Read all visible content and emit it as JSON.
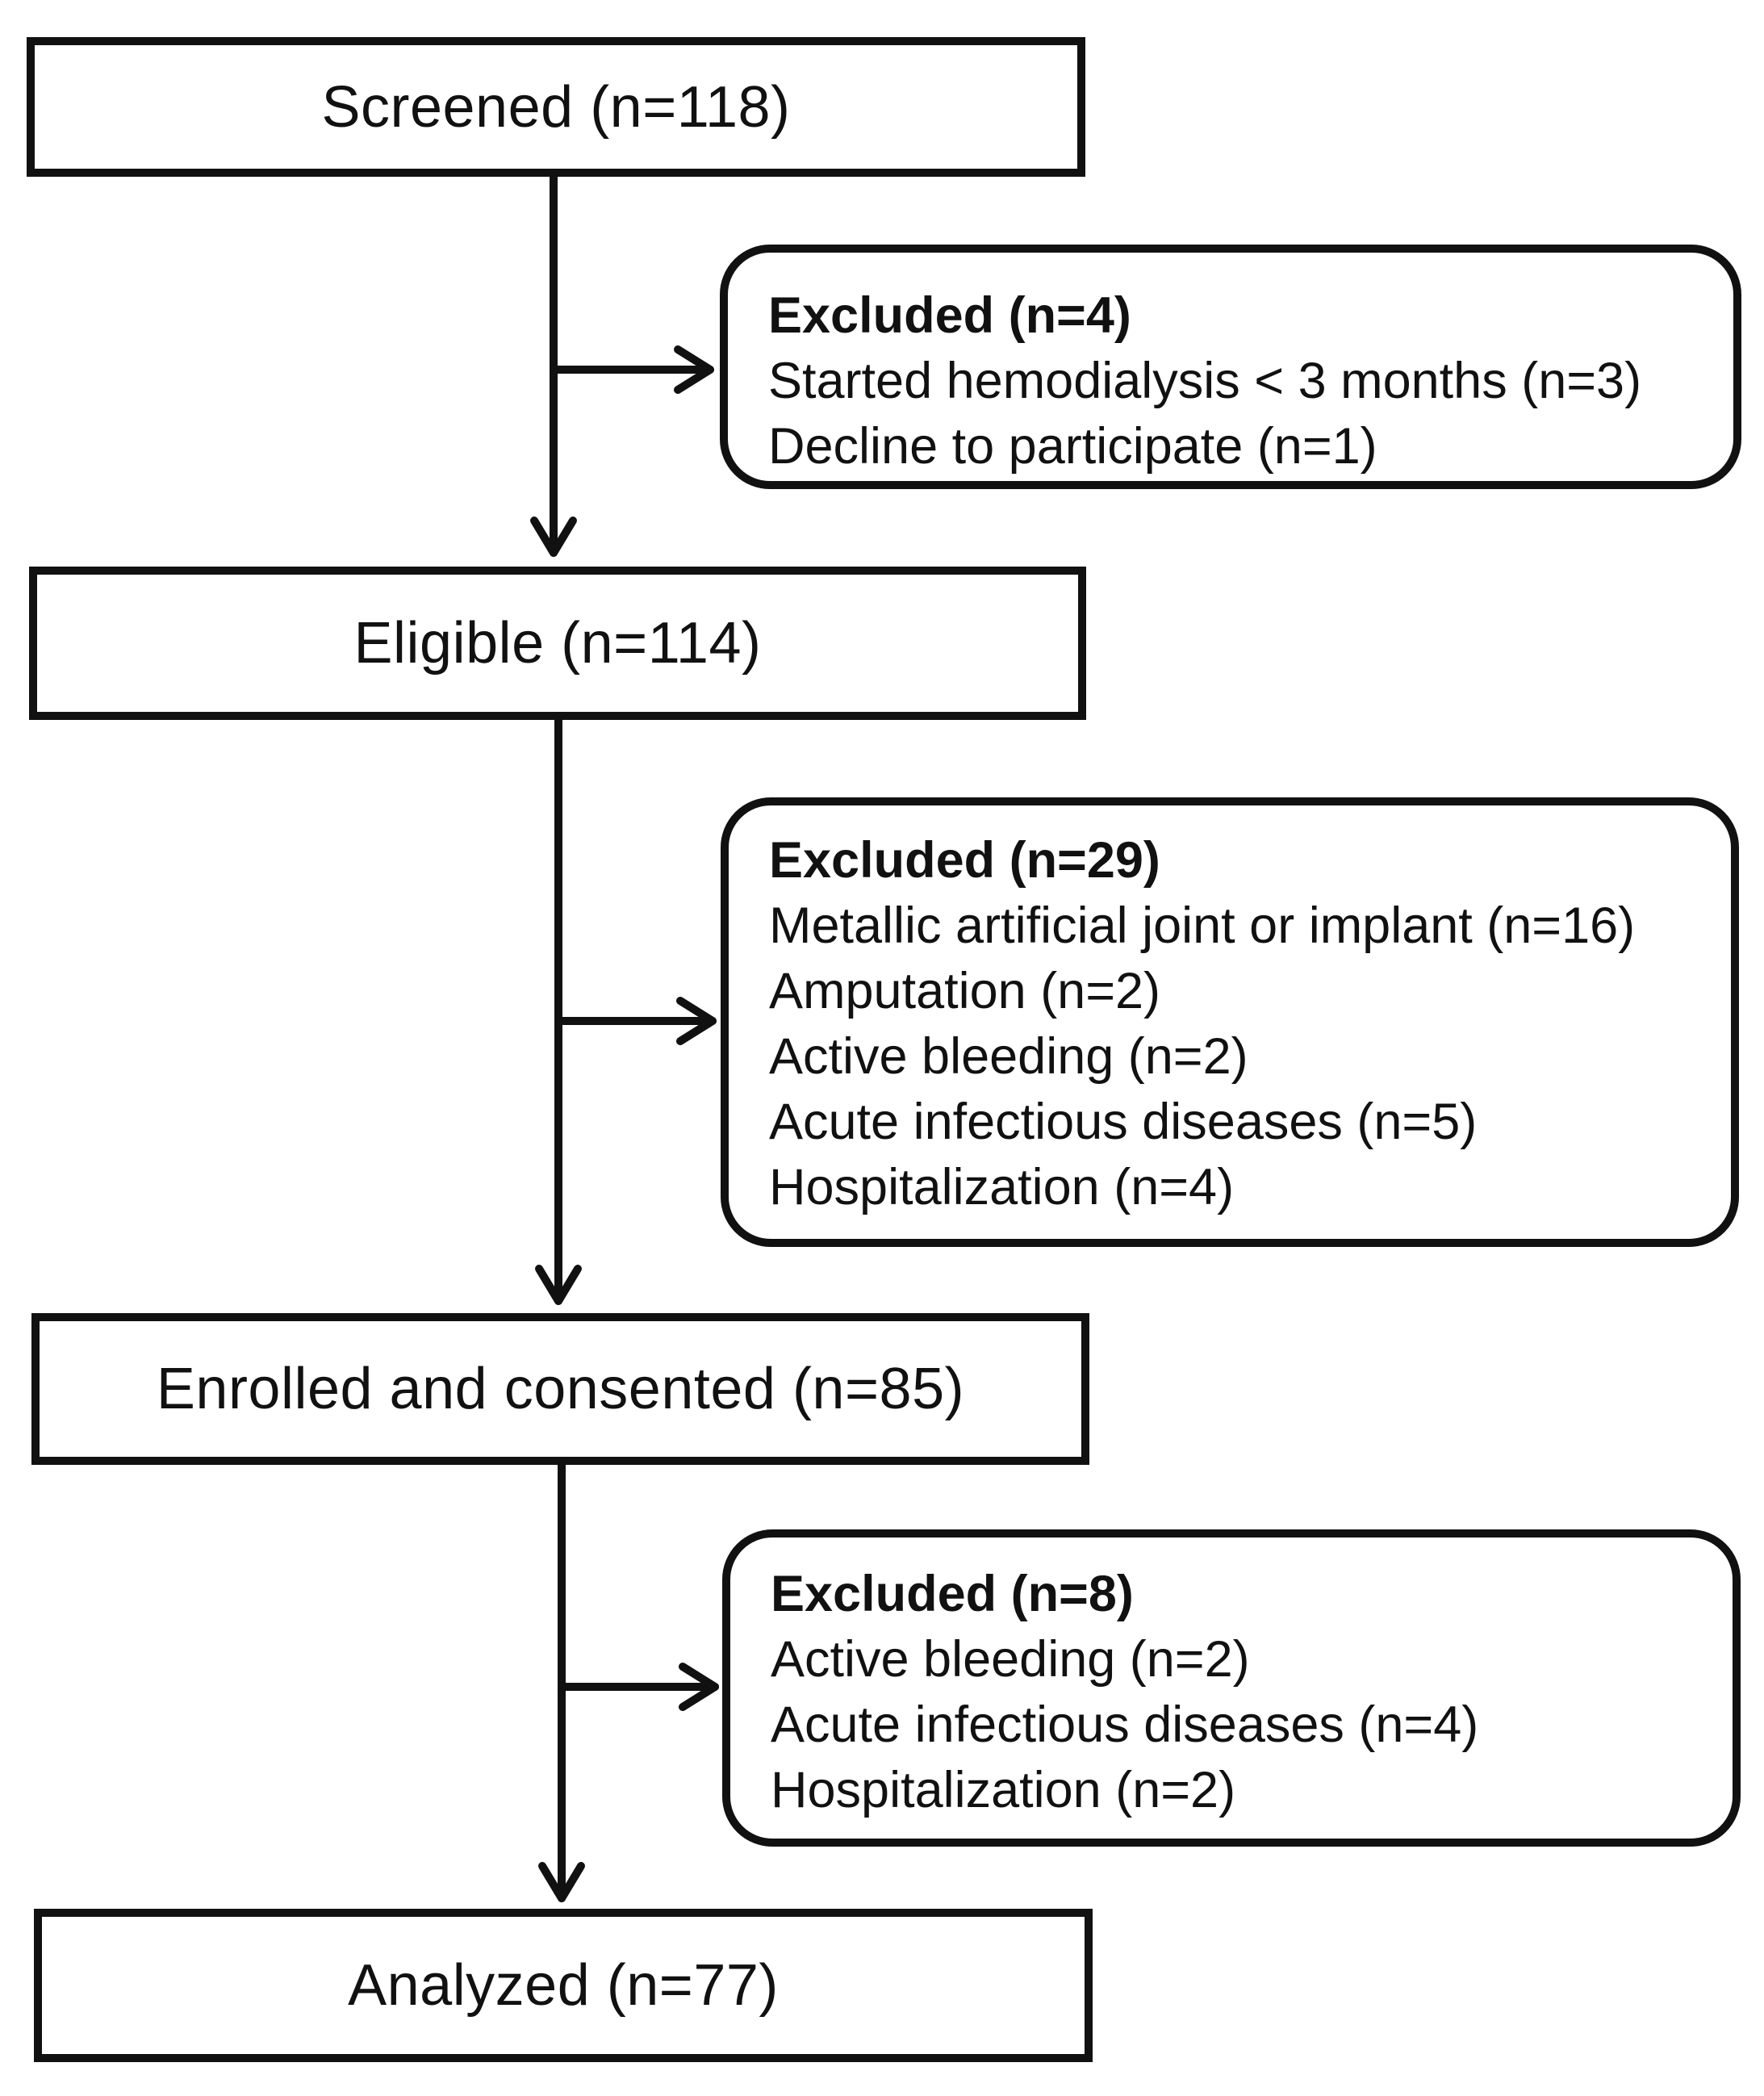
{
  "flowchart": {
    "stages": [
      {
        "label": "Screened (n=118)"
      },
      {
        "label": "Eligible (n=114)"
      },
      {
        "label": "Enrolled and consented (n=85)"
      },
      {
        "label": "Analyzed (n=77)"
      }
    ],
    "exclusions": [
      {
        "title": "Excluded (n=4)",
        "items": [
          "Started hemodialysis < 3 months (n=3)",
          "Decline to participate (n=1)"
        ]
      },
      {
        "title": "Excluded (n=29)",
        "items": [
          "Metallic artificial joint or implant (n=16)",
          "Amputation (n=2)",
          "Active bleeding (n=2)",
          "Acute infectious diseases (n=5)",
          "Hospitalization (n=4)"
        ]
      },
      {
        "title": "Excluded (n=8)",
        "items": [
          "Active bleeding (n=2)",
          "Acute infectious diseases (n=4)",
          "Hospitalization (n=2)"
        ]
      }
    ]
  }
}
